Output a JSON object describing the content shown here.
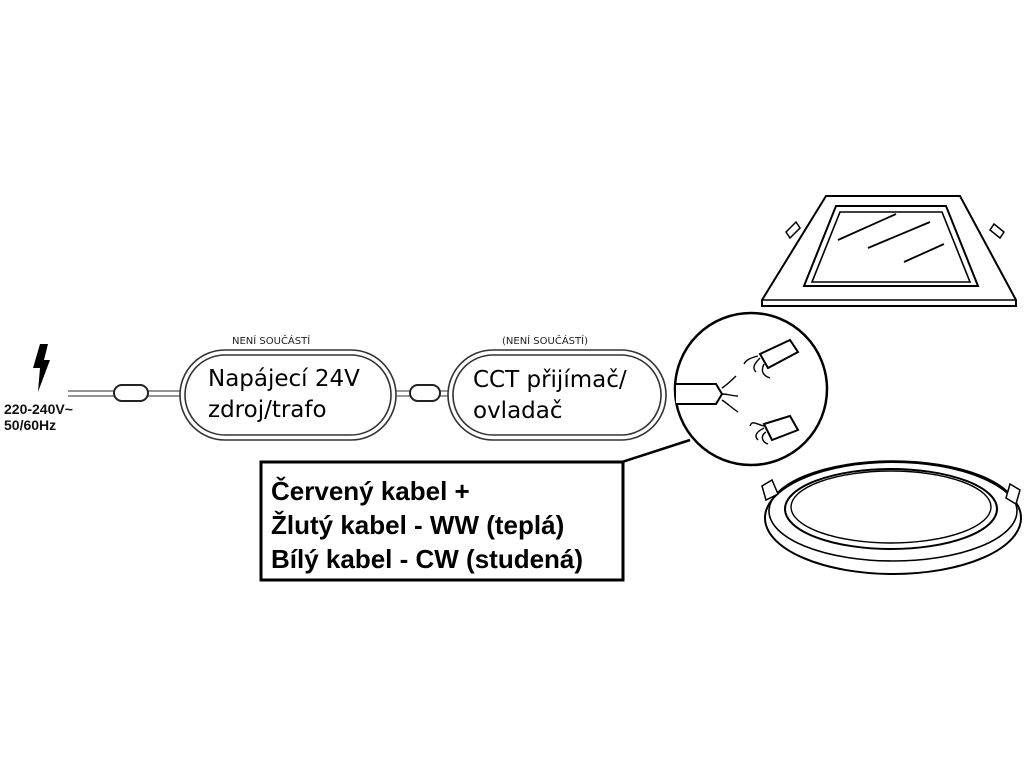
{
  "power_input": {
    "voltage": "220-240V~",
    "frequency": "50/60Hz"
  },
  "power_supply": {
    "note": "NENÍ SOUČÁSTÍ",
    "line1": "Napájecí 24V",
    "line2": "zdroj/trafo"
  },
  "receiver": {
    "note": "(NENÍ SOUČÁSTÍ)",
    "line1": "CCT přijímač/",
    "line2": "ovladač"
  },
  "legend": {
    "line1": "Červený kabel +",
    "line2": "Žlutý kabel - WW (teplá)",
    "line3": "Bílý kabel - CW (studená)"
  }
}
